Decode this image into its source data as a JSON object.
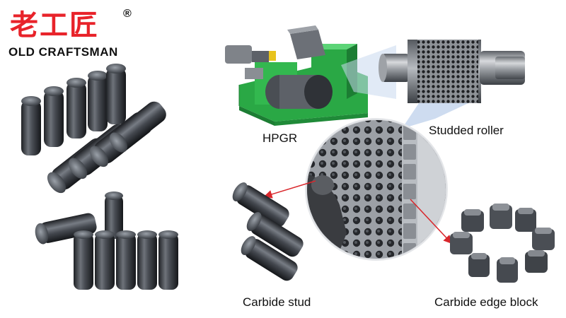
{
  "brand": {
    "name_cn": "老工匠",
    "registered_mark": "®",
    "name_en": "OLD CRAFTSMAN",
    "color": "#e8232a"
  },
  "labels": {
    "hpgr": "HPGR",
    "studded_roller": "Studded roller",
    "carbide_stud": "Carbide stud",
    "carbide_edge_block": "Carbide edge block"
  },
  "colors": {
    "machine_green": "#2aa845",
    "carbide_dark": "#3a3d42",
    "callout_blue": "#c9d8ee",
    "pointer_red": "#d9262b"
  }
}
